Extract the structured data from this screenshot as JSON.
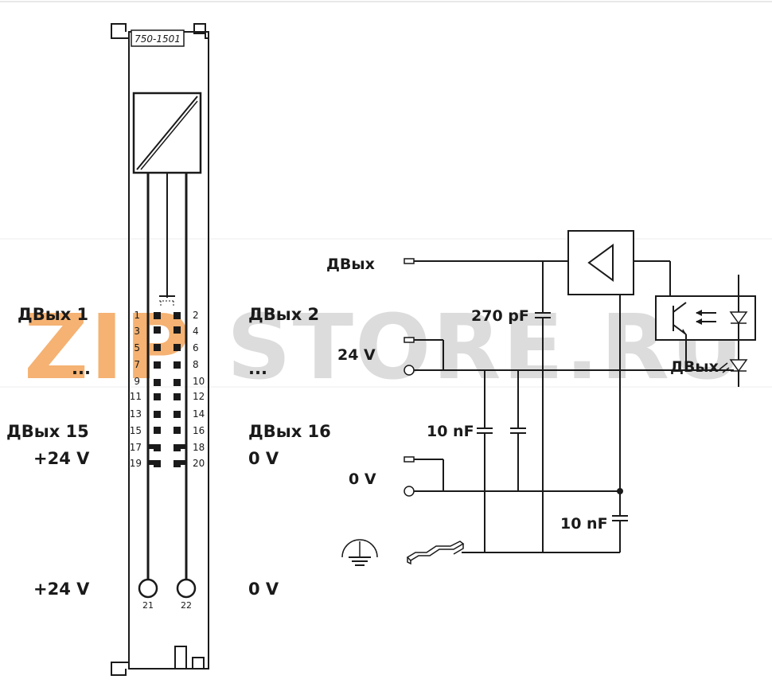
{
  "module": {
    "part_number": "750-1501",
    "pins_left": [
      "1",
      "3",
      "5",
      "7",
      "9",
      "11",
      "13",
      "15",
      "17",
      "19"
    ],
    "pins_right": [
      "2",
      "4",
      "6",
      "8",
      "10",
      "12",
      "14",
      "16",
      "18",
      "20"
    ],
    "terminal_left": "21",
    "terminal_right": "22"
  },
  "labels": {
    "out1": "ДВых 1",
    "out2": "ДВых 2",
    "dots_left": "...",
    "dots_right": "...",
    "out15": "ДВых 15",
    "out16": "ДВых 16",
    "plus24_mid": "+24 V",
    "zero_mid": "0 V",
    "plus24_bottom": "+24 V",
    "zero_bottom": "0 V"
  },
  "schematic": {
    "dout": "ДВых",
    "cap_270": "270 pF",
    "v24": "24 V",
    "cap_10_a": "10 nF",
    "v0": "0 V",
    "cap_10_b": "10 nF",
    "opto_out": "ДВых"
  },
  "watermark": {
    "text_left": "ZIP",
    "text_right": "STORE.RU",
    "color_left": "#f4a55a",
    "color_right": "#d9d9d9"
  }
}
